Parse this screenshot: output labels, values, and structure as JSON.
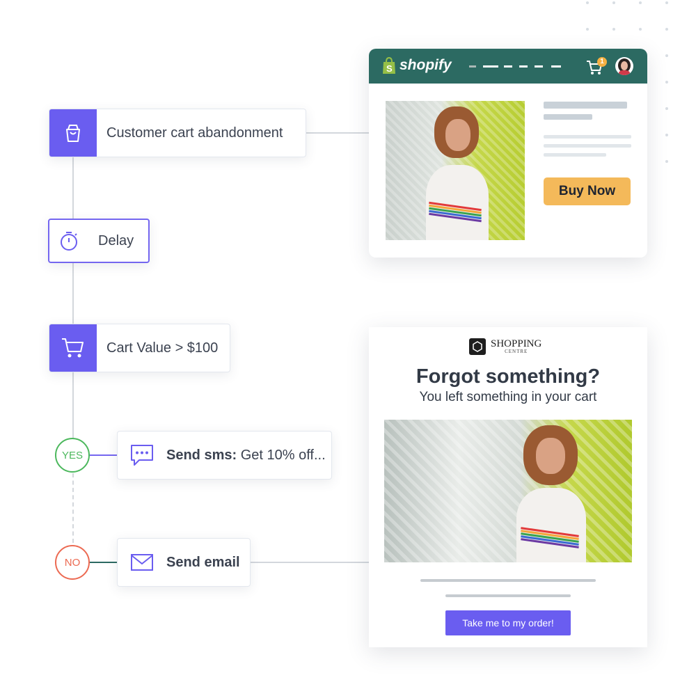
{
  "flow": {
    "trigger_label": "Customer cart abandonment",
    "delay_label": "Delay",
    "condition_label": "Cart Value > $100",
    "yes_label": "YES",
    "no_label": "NO",
    "sms_bold": "Send sms:",
    "sms_text": " Get 10% off...",
    "email_label": "Send email"
  },
  "shopify": {
    "brand": "shopify",
    "cart_badge": "1",
    "buy_button": "Buy Now"
  },
  "email": {
    "logo_title": "SHOPPING",
    "logo_sub": "CENTRE",
    "headline": "Forgot something?",
    "subheadline": "You left something in your cart",
    "cta": "Take me to my order!"
  },
  "colors": {
    "accent": "#6a5df0",
    "shopify_header": "#2c6a62",
    "buy_button": "#f4b95a",
    "yes": "#4cb85d",
    "no": "#ec6a52"
  },
  "icons": [
    "shopping-bag-icon",
    "timer-icon",
    "cart-icon",
    "chat-icon",
    "mail-icon",
    "shopify-bag-icon",
    "header-cart-icon",
    "logo-hexagon-icon"
  ]
}
